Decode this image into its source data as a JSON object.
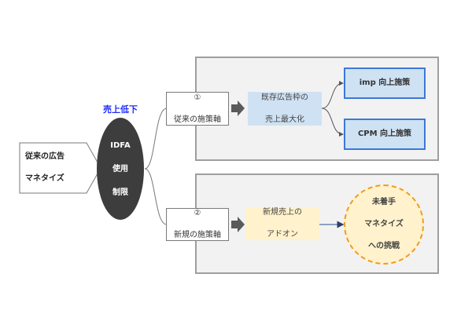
{
  "diagram": {
    "start_node": {
      "lines": [
        "従来の広告",
        "マネタイズ"
      ]
    },
    "trigger_label": "売上低下",
    "trigger_node": {
      "lines": [
        "IDFA",
        "使用",
        "制限"
      ]
    },
    "branch_1": {
      "label_lines": [
        "①",
        "従来の施策軸"
      ],
      "target_lines": [
        "既存広告枠の",
        "売上最大化"
      ],
      "sub_items": [
        {
          "label": "imp 向上施策"
        },
        {
          "label": "CPM 向上施策"
        }
      ]
    },
    "branch_2": {
      "label_lines": [
        "②",
        "新規の施策軸"
      ],
      "target_lines": [
        "新規売上の",
        "アドオン"
      ],
      "goal_lines": [
        "未着手",
        "マネタイズ",
        "への挑戦"
      ]
    }
  },
  "colors": {
    "panel_bg": "#f2f2f2",
    "panel_border": "#9e9e9e",
    "ellipse_fill": "#3d3d3d",
    "label_blue": "#1f2bff",
    "light_blue": "#cfe2f3",
    "strong_blue_border": "#3c78d8",
    "light_yellow": "#fff2cc",
    "orange_dashed": "#f29b1e",
    "connector_gray": "#777777",
    "arrow_navy": "#3b5b8a"
  }
}
